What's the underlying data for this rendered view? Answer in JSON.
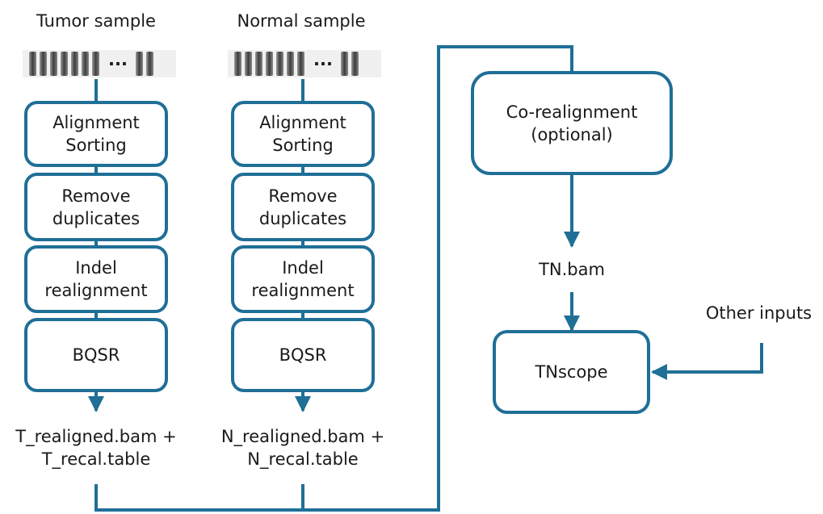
{
  "tumor": {
    "title": "Tumor sample",
    "reads_ellipsis": "...",
    "steps": [
      {
        "line1": "Alignment",
        "line2": "Sorting"
      },
      {
        "line1": "Remove",
        "line2": "duplicates"
      },
      {
        "line1": "Indel",
        "line2": "realignment"
      },
      {
        "line1": "BQSR",
        "line2": ""
      }
    ],
    "output": {
      "line1": "T_realigned.bam +",
      "line2": "T_recal.table"
    }
  },
  "normal": {
    "title": "Normal sample",
    "reads_ellipsis": "...",
    "steps": [
      {
        "line1": "Alignment",
        "line2": "Sorting"
      },
      {
        "line1": "Remove",
        "line2": "duplicates"
      },
      {
        "line1": "Indel",
        "line2": "realignment"
      },
      {
        "line1": "BQSR",
        "line2": ""
      }
    ],
    "output": {
      "line1": "N_realigned.bam +",
      "line2": "N_recal.table"
    }
  },
  "corealign": {
    "line1": "Co-realignment",
    "line2": "(optional)"
  },
  "tn_bam": "TN.bam",
  "tnscope": "TNscope",
  "other_inputs": "Other inputs",
  "colors": {
    "stroke": "#1f6f97",
    "read_dark": "#4a4a4a",
    "read_light": "#bdbdbd"
  }
}
